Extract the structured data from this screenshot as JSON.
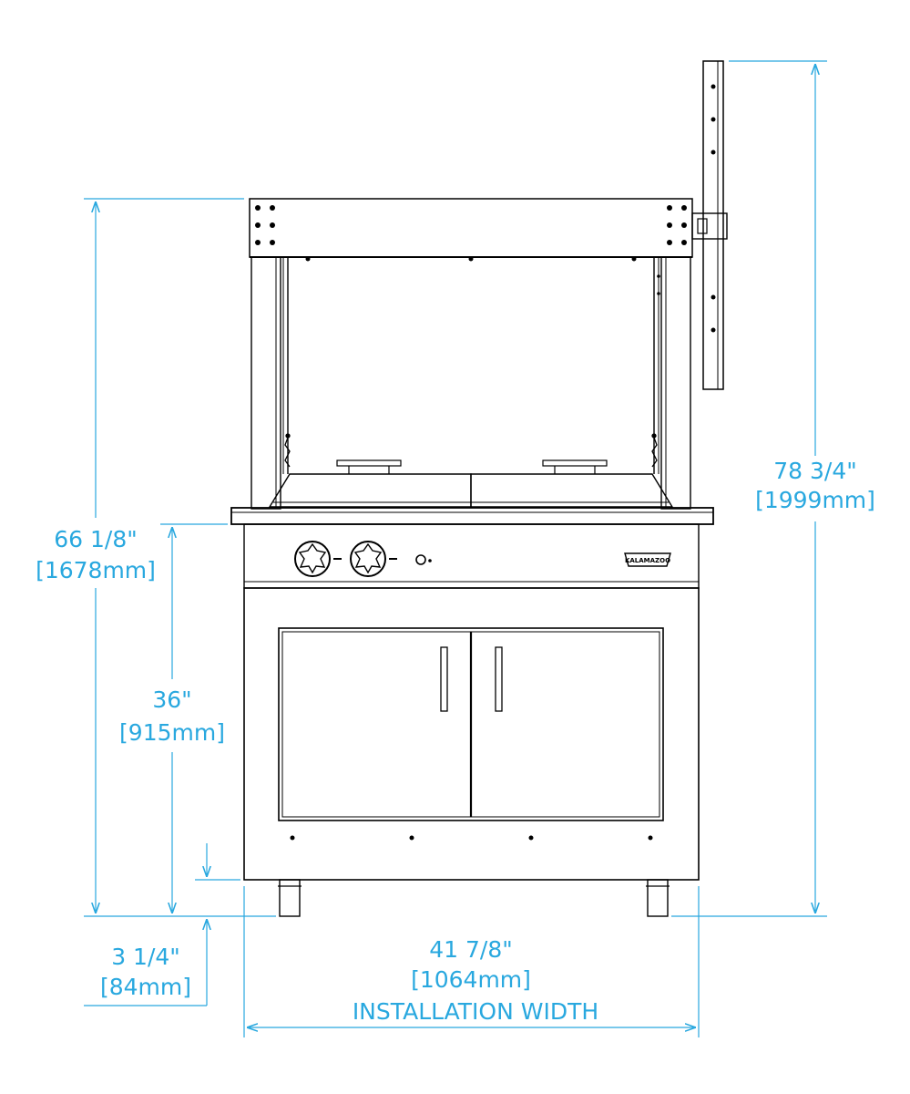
{
  "colors": {
    "dimension": "#29a8df",
    "outline": "#000000",
    "background": "#ffffff"
  },
  "dimensions": {
    "overall_height": {
      "imperial": "78 3/4\"",
      "metric": "[1999mm]"
    },
    "hood_height": {
      "imperial": "66 1/8\"",
      "metric": "[1678mm]"
    },
    "counter_height": {
      "imperial": "36\"",
      "metric": "[915mm]"
    },
    "leg_height": {
      "imperial": "3 1/4\"",
      "metric": "[84mm]"
    },
    "installation_width": {
      "imperial": "41 7/8\"",
      "metric": "[1064mm]",
      "caption": "INSTALLATION WIDTH"
    }
  },
  "badge": {
    "brand": "KALAMAZOO"
  }
}
